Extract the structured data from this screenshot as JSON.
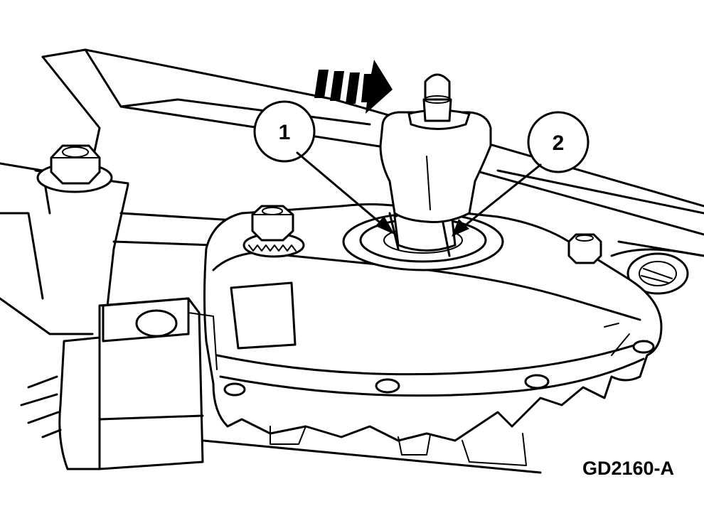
{
  "figure": {
    "callouts": [
      {
        "label": "1"
      },
      {
        "label": "2"
      }
    ],
    "figure_id": "GD2160-A",
    "direction_arrow_icon": "triple-bar-right-arrow",
    "colors": {
      "ink": "#000000",
      "background": "#ffffff"
    }
  }
}
